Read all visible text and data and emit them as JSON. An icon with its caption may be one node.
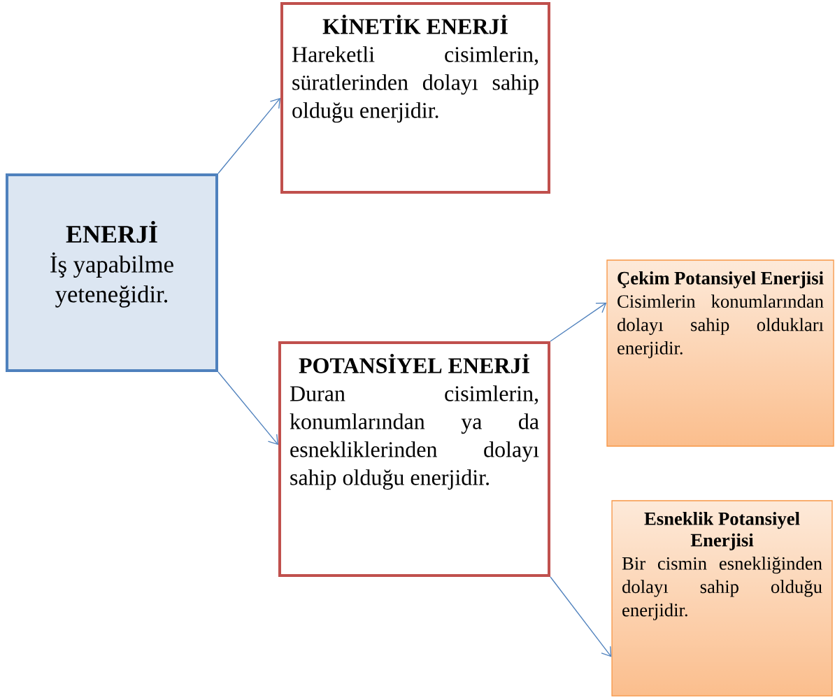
{
  "diagram": {
    "nodes": [
      {
        "text": [
          "ENERJİ",
          "İş yapabilme yeteneğidir."
        ]
      },
      {
        "text": [
          "KİNETİK ENERJİ",
          "Hareketli cisimlerin, süratlerinden dolayı sahip olduğu enerjidir."
        ]
      },
      {
        "text": [
          "POTANSİYEL ENERJİ",
          "Duran cisimlerin, konumlarından ya da esnekliklerinden dolayı sahip olduğu enerjidir."
        ]
      },
      {
        "text": [
          "Çekim Potansiyel Enerjisi",
          "Cisimlerin konumlarından dolayı sahip oldukları enerjidir."
        ]
      },
      {
        "text": [
          "Esneklik Potansiyel Enerjisi",
          "Bir cismin esnekliğinden dolayı sahip olduğu enerjidir."
        ]
      }
    ],
    "edges": [
      {
        "from": 0,
        "to": 1,
        "arrow": "to"
      },
      {
        "from": 0,
        "to": 2,
        "arrow": "to"
      },
      {
        "from": 2,
        "to": 3,
        "arrow": "to"
      },
      {
        "from": 2,
        "to": 4,
        "arrow": "to"
      }
    ]
  }
}
